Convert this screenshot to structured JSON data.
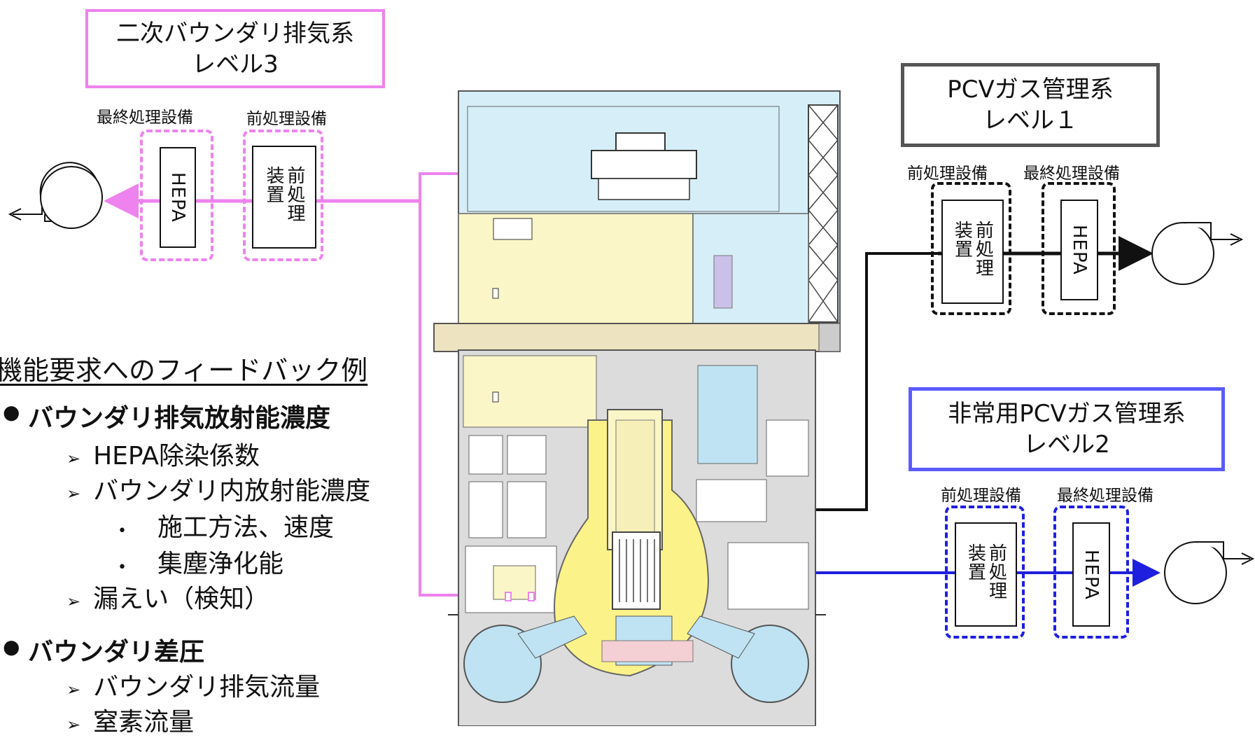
{
  "level3": {
    "title_line1": "二次バウンダリ排気系",
    "title_line2": "レベル3",
    "caption_final": "最終処理設備",
    "caption_pre": "前処理設備",
    "hepa": "HEPA",
    "pre_unit": "前処理装置",
    "color": "#ee82ee"
  },
  "level1": {
    "title_line1": "PCVガス管理系",
    "title_line2": "レベル１",
    "caption_pre": "前処理設備",
    "caption_final": "最終処理設備",
    "hepa": "HEPA",
    "pre_unit": "前処理装置",
    "color": "#111111"
  },
  "level2": {
    "title_line1": "非常用PCVガス管理系",
    "title_line2": "レベル2",
    "caption_pre": "前処理設備",
    "caption_final": "最終処理設備",
    "hepa": "HEPA",
    "pre_unit": "前処理装置",
    "color": "#1f1fe0"
  },
  "feedback": {
    "heading": "機能要求へのフィードバック例",
    "items": [
      {
        "label": "バウンダリ排気放射能濃度",
        "subs": [
          "HEPA除染係数",
          "バウンダリ内放射能濃度"
        ],
        "subsubs": [
          "施工方法、速度",
          "集塵浄化能"
        ],
        "subs_after": [
          "漏えい（検知）"
        ]
      },
      {
        "label": "バウンダリ差圧",
        "subs": [
          "バウンダリ排気流量",
          "窒素流量"
        ]
      }
    ]
  }
}
